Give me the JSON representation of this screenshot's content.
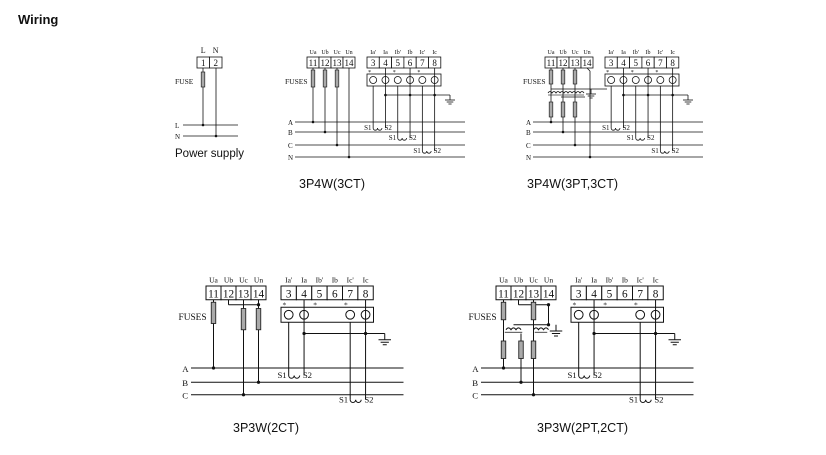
{
  "heading": "Wiring",
  "power_supply": {
    "terminal_labels": [
      "L",
      "N"
    ],
    "terminals": [
      "1",
      "2"
    ],
    "fuse_label": "FUSE",
    "line_labels": [
      "L",
      "N"
    ],
    "caption": "Power supply"
  },
  "common": {
    "voltage_headers": [
      "Ua",
      "Ub",
      "Uc",
      "Un"
    ],
    "voltage_terminals": [
      "11",
      "12",
      "13",
      "14"
    ],
    "current_headers": [
      "Ia'",
      "Ia",
      "Ib'",
      "Ib",
      "Ic'",
      "Ic"
    ],
    "current_terminals": [
      "3",
      "4",
      "5",
      "6",
      "7",
      "8"
    ],
    "fuses_label": "FUSES",
    "s1": "S1",
    "s2": "S2",
    "star": "*"
  },
  "diagrams": [
    {
      "type": "3ct",
      "caption": "3P4W(3CT)",
      "line_labels": [
        "A",
        "B",
        "C",
        "N"
      ]
    },
    {
      "type": "3pt3ct",
      "caption": "3P4W(3PT,3CT)",
      "line_labels": [
        "A",
        "B",
        "C",
        "N"
      ]
    },
    {
      "type": "2ct",
      "caption": "3P3W(2CT)",
      "line_labels": [
        "A",
        "B",
        "C"
      ]
    },
    {
      "type": "2pt2ct",
      "caption": "3P3W(2PT,2CT)",
      "line_labels": [
        "A",
        "B",
        "C"
      ]
    }
  ]
}
